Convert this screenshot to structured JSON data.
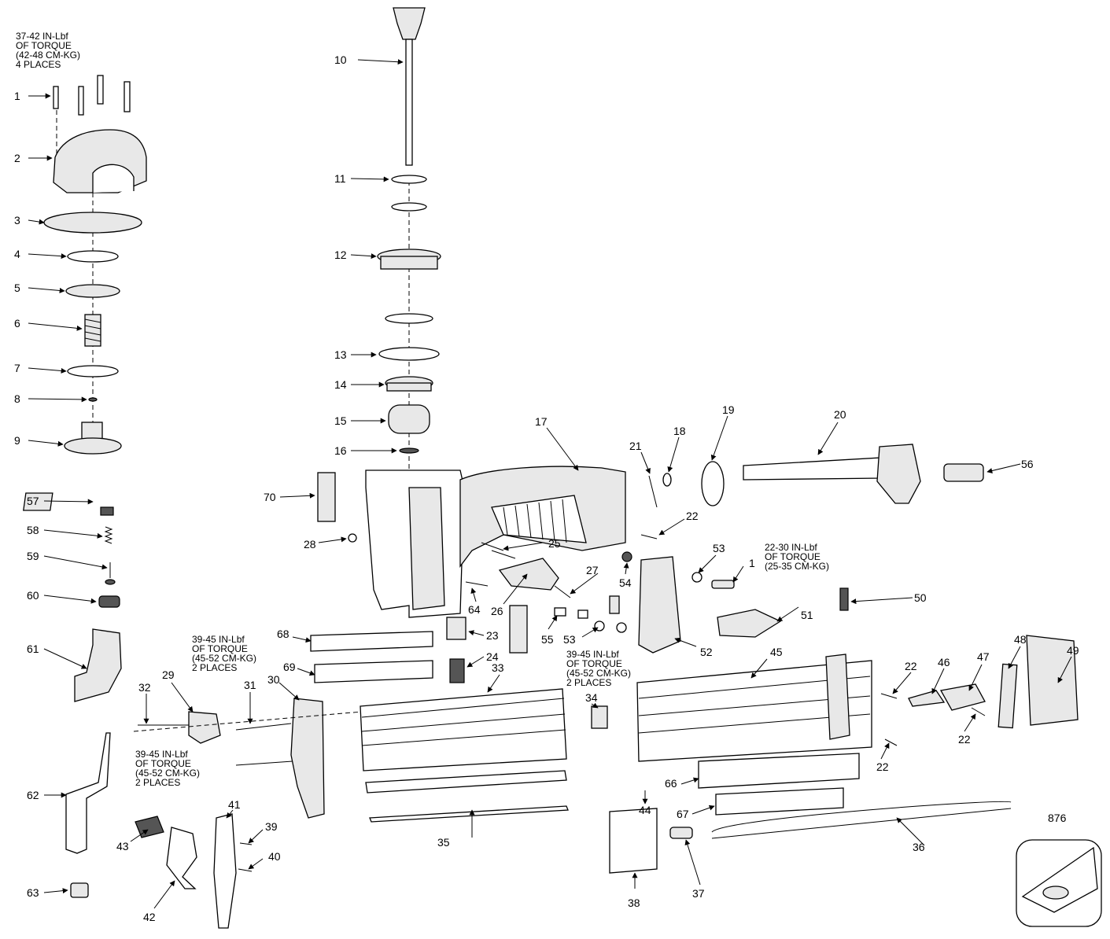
{
  "notes": {
    "top_left": [
      "37-42 IN-Lbf",
      "OF TORQUE",
      "(42-48 CM-KG)",
      "4 PLACES"
    ],
    "upper_mid": [
      "39-45 IN-Lbf",
      "OF TORQUE",
      "(45-52 CM-KG)",
      "2 PLACES"
    ],
    "lower_left": [
      "39-45 IN-Lbf",
      "OF TORQUE",
      "(45-52 CM-KG)",
      "2 PLACES"
    ],
    "center": [
      "39-45 IN-Lbf",
      "OF TORQUE",
      "(45-52 CM-KG)",
      "2 PLACES"
    ],
    "right": [
      "22-30 IN-Lbf",
      "OF TORQUE",
      "(25-35 CM-KG)"
    ]
  },
  "labels": {
    "p1a": "1",
    "p2": "2",
    "p3": "3",
    "p4": "4",
    "p5": "5",
    "p6": "6",
    "p7": "7",
    "p8": "8",
    "p9": "9",
    "p10": "10",
    "p11": "11",
    "p12": "12",
    "p13": "13",
    "p14": "14",
    "p15": "15",
    "p16": "16",
    "p17": "17",
    "p18": "18",
    "p19": "19",
    "p20": "20",
    "p21": "21",
    "p22a": "22",
    "p22b": "22",
    "p22c": "22",
    "p22d": "22",
    "p23": "23",
    "p24": "24",
    "p25": "25",
    "p26": "26",
    "p27": "27",
    "p28": "28",
    "p29": "29",
    "p30": "30",
    "p31": "31",
    "p32": "32",
    "p33": "33",
    "p34": "34",
    "p35": "35",
    "p36": "36",
    "p37": "37",
    "p38": "38",
    "p39": "39",
    "p40": "40",
    "p41": "41",
    "p42": "42",
    "p43": "43",
    "p44": "44",
    "p45": "45",
    "p46": "46",
    "p47": "47",
    "p48": "48",
    "p49": "49",
    "p50": "50",
    "p51": "51",
    "p52": "52",
    "p53a": "53",
    "p53b": "53",
    "p54": "54",
    "p55": "55",
    "p56": "56",
    "p57": "57",
    "p58": "58",
    "p59": "59",
    "p60": "60",
    "p61": "61",
    "p62": "62",
    "p63": "63",
    "p64": "64",
    "p66": "66",
    "p67": "67",
    "p68": "68",
    "p69": "69",
    "p70": "70",
    "p1b": "1",
    "p876": "876"
  }
}
